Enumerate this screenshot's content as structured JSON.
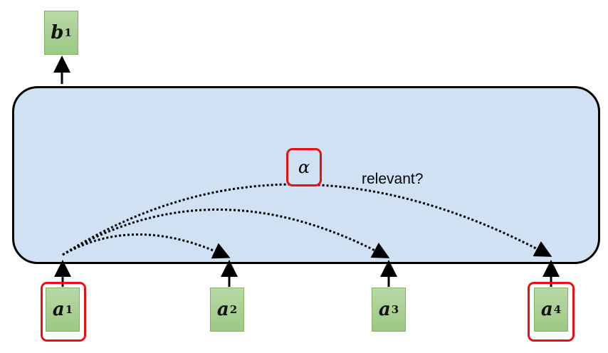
{
  "output": {
    "label": "b",
    "sup": "1"
  },
  "inputs": [
    {
      "label": "a",
      "sup": "1"
    },
    {
      "label": "a",
      "sup": "2"
    },
    {
      "label": "a",
      "sup": "3"
    },
    {
      "label": "a",
      "sup": "4"
    }
  ],
  "attention": {
    "symbol": "α",
    "question": "relevant?"
  },
  "colors": {
    "highlight": "#e81010",
    "node": "#9cc885",
    "block": "#cfe1f2"
  }
}
